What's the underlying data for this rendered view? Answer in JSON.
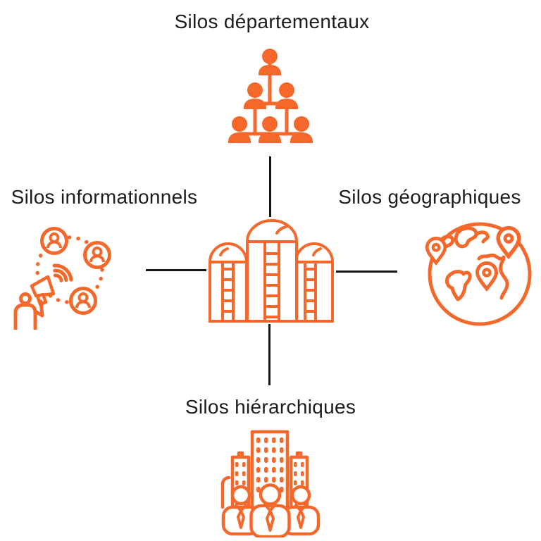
{
  "diagram": {
    "center": {
      "icon": "grain-silos-icon"
    },
    "nodes": {
      "top": {
        "label": "Silos départementaux",
        "icon": "org-chart-people-icon"
      },
      "left": {
        "label": "Silos informationnels",
        "icon": "megaphone-network-icon"
      },
      "right": {
        "label": "Silos géographiques",
        "icon": "globe-location-pins-icon"
      },
      "bottom": {
        "label": "Silos hiérarchiques",
        "icon": "buildings-team-icon"
      }
    },
    "connectors": [
      "top",
      "left",
      "right",
      "bottom"
    ]
  },
  "colors": {
    "accent": "#F5682C",
    "connector": "#151515",
    "text": "#1C1C1C",
    "background": "#FFFFFF"
  }
}
